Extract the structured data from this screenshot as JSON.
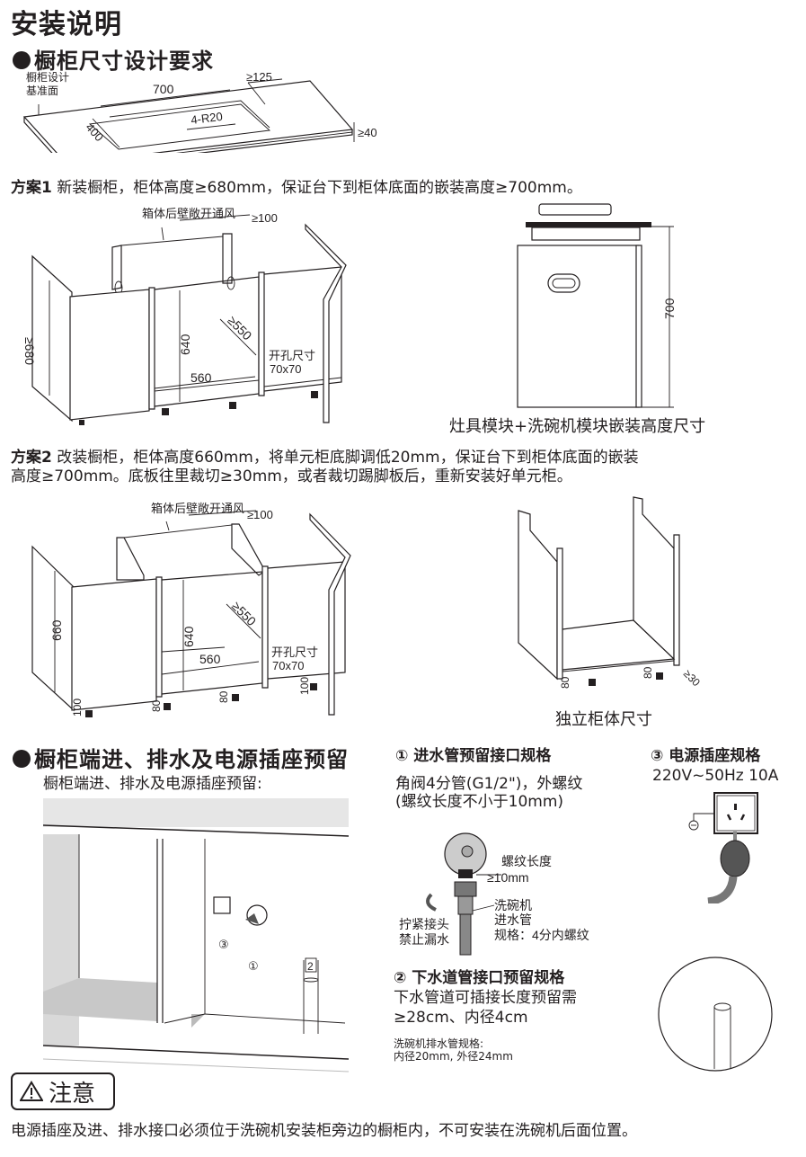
{
  "page_title": "安装说明",
  "section1": {
    "heading": "橱柜尺寸设计要求",
    "countertop": {
      "ref_label_line1": "橱柜设计",
      "ref_label_line2": "基准面",
      "dim_length": "700",
      "dim_depth": "400",
      "dim_back_gap": "≥125",
      "dim_radius": "4-R20",
      "dim_thickness": "≥40"
    }
  },
  "plan1": {
    "label": "方案1",
    "text": " 新装橱柜，柜体高度≥680mm，保证台下到柜体底面的嵌装高度≥700mm。",
    "cabinet": {
      "vent_label": "箱体后壁敞开通风",
      "dim_vent": "≥100",
      "dim_height": "≥680",
      "dim_inner_height": "640",
      "dim_width": "560",
      "dim_depth": "≥550",
      "hole_label": "开孔尺寸",
      "hole_size": "70x70"
    },
    "module": {
      "dim_height": "700",
      "caption": "灶具模块+洗碗机模块嵌装高度尺寸"
    }
  },
  "plan2": {
    "label": "方案2",
    "text_line1": " 改装橱柜，柜体高度660mm，将单元柜底脚调低20mm，保证台下到柜体底面的嵌装",
    "text_line2": "高度≥700mm。底板往里裁切≥30mm，或者裁切踢脚板后，重新安装好单元柜。",
    "cabinet": {
      "vent_label": "箱体后壁敞开通风",
      "dim_vent": "≥100",
      "dim_height": "660",
      "dim_inner_height": "640",
      "dim_width": "560",
      "dim_depth": "≥550",
      "hole_label": "开孔尺寸",
      "hole_size": "70x70",
      "foot_left": "100",
      "foot_mid1": "80",
      "foot_mid2": "80",
      "foot_right": "100"
    },
    "standalone": {
      "foot_left": "80",
      "foot_right": "80",
      "dim_cut": "≥30",
      "caption": "独立柜体尺寸"
    }
  },
  "section2": {
    "heading": "橱柜端进、排水及电源插座预留",
    "intro": "橱柜端进、排水及电源插座预留:",
    "marker1": "①",
    "marker2": "2",
    "marker3": "③"
  },
  "inlet": {
    "heading": "① 进水管预留接口规格",
    "line1": "角阀4分管(G1/2\")，外螺纹",
    "line2": "(螺纹长度不小于10mm)",
    "thread_label": "螺纹长度",
    "thread_dim": "≥10mm",
    "hose_line1": "洗碗机",
    "hose_line2": "进水管",
    "hose_line3": "规格：4分内螺纹",
    "tighten_line1": "拧紧接头",
    "tighten_line2": "禁止漏水"
  },
  "drain": {
    "heading": "② 下水道管接口预留规格",
    "line1": "下水管道可插接长度预留需",
    "line2": "≥28cm、内径4cm",
    "spec_line1": "洗碗机排水管规格:",
    "spec_line2": "内径20mm, 外径24mm"
  },
  "power": {
    "heading": "③ 电源插座规格",
    "spec": "220V~50Hz 10A"
  },
  "notice": {
    "title": "注意",
    "text": "电源插座及进、排水接口必须位于洗碗机安装柜旁边的橱柜内，不可安装在洗碗机后面位置。"
  },
  "colors": {
    "text": "#231f20",
    "panel_gray": "#e6e6e6",
    "floor_gray": "#c8c8c8",
    "plug_gray": "#555555"
  }
}
